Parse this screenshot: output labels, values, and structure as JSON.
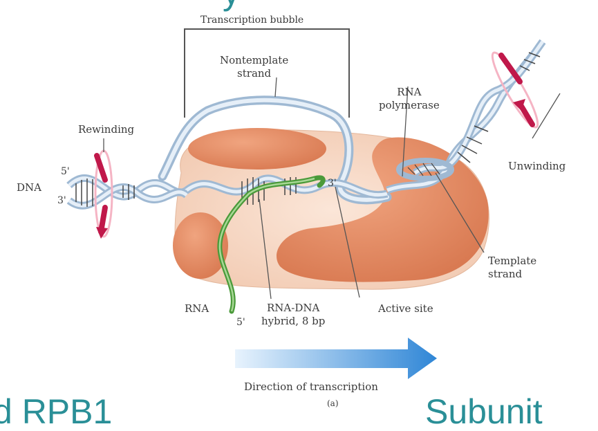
{
  "labels": {
    "transcription_bubble": "Transcription bubble",
    "nontemplate_strand": "Nontemplate\nstrand",
    "rna_polymerase": "RNA\npolymerase",
    "rewinding": "Rewinding",
    "unwinding": "Unwinding",
    "dna": "DNA",
    "five_prime_left": "5'",
    "three_prime_left": "3'",
    "three_prime_rna": "3'",
    "five_prime_rna": "5'",
    "rna": "RNA",
    "rna_dna_hybrid": "RNA-DNA\nhybrid, 8 bp",
    "active_site": "Active site",
    "template_strand": "Template\nstrand",
    "direction": "Direction of transcription",
    "panel": "(a)"
  },
  "slide": {
    "top_fragment": "y",
    "bottom_left_fragment": "d RPB1",
    "bottom_right_fragment": "Subunit"
  },
  "colors": {
    "enzyme_light": "#f7d9c6",
    "enzyme_dark": "#e08a63",
    "dna_strand": "#b7cfe6",
    "rna": "#4a9a3a",
    "arrow": "#2f86d6",
    "rotation": "#c0184a",
    "slide_text": "#2a8f97"
  }
}
